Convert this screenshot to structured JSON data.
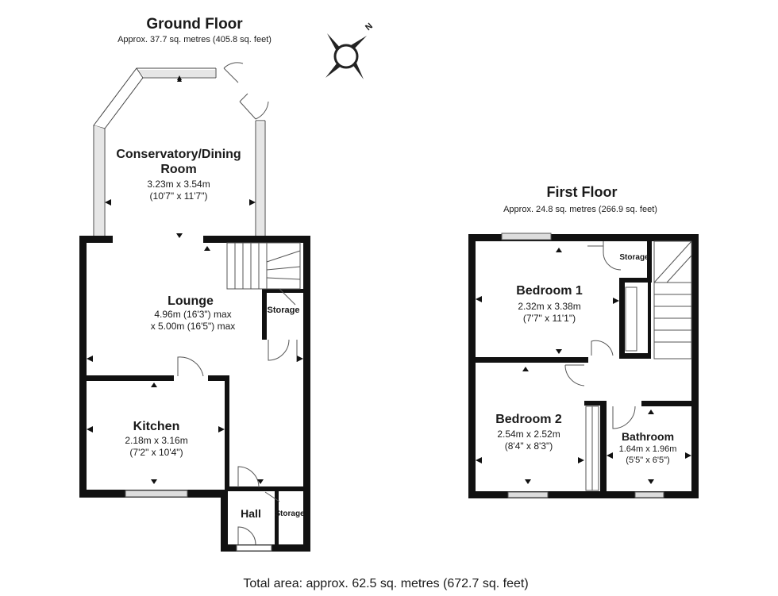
{
  "ground_floor": {
    "title": "Ground Floor",
    "area": "Approx. 37.7 sq. metres (405.8 sq. feet)",
    "rooms": {
      "conservatory": {
        "name_line1": "Conservatory/Dining",
        "name_line2": "Room",
        "dim_metric": "3.23m x 3.54m",
        "dim_imperial": "(10'7\" x 11'7\")"
      },
      "lounge": {
        "name": "Lounge",
        "dim_line1": "4.96m (16'3\") max",
        "dim_line2": "x 5.00m (16'5\") max"
      },
      "kitchen": {
        "name": "Kitchen",
        "dim_metric": "2.18m x 3.16m",
        "dim_imperial": "(7'2\" x 10'4\")"
      },
      "storage_stair": {
        "name": "Storage"
      },
      "hall": {
        "name": "Hall"
      },
      "storage_hall": {
        "name": "Storage"
      }
    }
  },
  "first_floor": {
    "title": "First Floor",
    "area": "Approx. 24.8 sq. metres (266.9 sq. feet)",
    "rooms": {
      "bedroom1": {
        "name": "Bedroom 1",
        "dim_metric": "2.32m x 3.38m",
        "dim_imperial": "(7'7\" x 11'1\")"
      },
      "bedroom2": {
        "name": "Bedroom 2",
        "dim_metric": "2.54m x 2.52m",
        "dim_imperial": "(8'4\" x 8'3\")"
      },
      "bathroom": {
        "name": "Bathroom",
        "dim_metric": "1.64m x 1.96m",
        "dim_imperial": "(5'5\" x 6'5\")"
      },
      "storage": {
        "name": "Storage"
      }
    }
  },
  "compass": {
    "label": "N",
    "icon": "compass-rose-icon"
  },
  "total_area": "Total area: approx. 62.5 sq. metres (672.7 sq. feet)",
  "colors": {
    "wall": "#111111",
    "window": "#bdbdbd",
    "line": "#555555"
  }
}
